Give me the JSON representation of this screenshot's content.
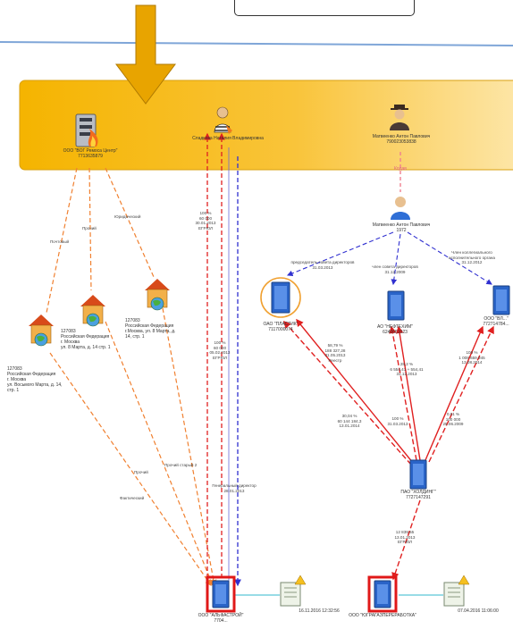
{
  "colors": {
    "band_top": "#f5b400",
    "band_bottom": "#fde6a8",
    "orange_edge": "#f08030",
    "red_edge": "#e02020",
    "blue_edge": "#3030d0",
    "pink_edge": "#f08090",
    "highlight_box": "#e01818",
    "arrow": "#e8a400",
    "top_rule": "#7fa6d8"
  },
  "top_nodes": [
    {
      "id": "company_1",
      "icon": "building-on-fire-icon",
      "name": "ООО \"ВОГ Ремоса Центр\"",
      "code": "7713635879"
    },
    {
      "id": "person_1",
      "icon": "person-in-prison-stripes-icon",
      "name": "Сладкова Наталия Владимировна",
      "code": ""
    },
    {
      "id": "person_2",
      "icon": "person-in-hat-icon",
      "name": "Матвеенко Антон Павлович",
      "code": "790023053838"
    }
  ],
  "person_center": {
    "icon": "person-avatar-icon",
    "name": "Матвеенко Антон Павлович",
    "code": "1972"
  },
  "pink_edge_label": "Кодав",
  "left_branches": [
    {
      "label": "Почтовый",
      "icon": "house-globe-icon",
      "address": [
        "127083",
        "Российская Федерация",
        "г. Москва",
        "ул. Восьмого Марта, д. 14,",
        "стр. 1"
      ]
    },
    {
      "label": "Прочий",
      "icon": "house-globe-icon",
      "address": [
        "127083",
        "Российская Федерация",
        "г. Москва",
        "ул. 8 Марта, д. 14 стр. 1"
      ]
    },
    {
      "label": "Юридический",
      "icon": "house-globe-icon",
      "address": [
        "127083",
        "Российская Федерация",
        "г.Москва, ул. 8 Марта, д.",
        "14, стр. 1"
      ]
    }
  ],
  "left_edge_labels": {
    "lower_prochy": "Прочий",
    "lower_fact": "Фактический",
    "lower_prochy_2": "Прочий старый 2"
  },
  "center_edges": [
    {
      "lines": [
        "100 %",
        "60 000",
        "30.01.2013",
        "ЕГРЮЛ"
      ]
    },
    {
      "lines": [
        "100 %",
        "60 000",
        "05.02.2013",
        "ЕГРЮЛ"
      ]
    }
  ],
  "director_label": {
    "lines": [
      "Генеральный директор",
      "28.01.2013"
    ]
  },
  "right_roles": [
    {
      "lines": [
        "председатель совета директоров",
        "31.03.2013"
      ]
    },
    {
      "lines": [
        "член совета директоров",
        "31.12.2009"
      ]
    },
    {
      "lines": [
        "Член коллегиального",
        "исполнительного органа",
        "31.12.2012"
      ]
    }
  ],
  "right_companies": [
    {
      "name": "ОАО \"ПЛАСТИК\"",
      "code": "7117000074"
    },
    {
      "name": "АО \"НЕФТЕХИМ\"",
      "code": "6240651023"
    },
    {
      "name": "ООО \"ВЛ...\"",
      "code": "772714784..."
    }
  ],
  "right_edges": [
    {
      "lines": [
        "58,79 %",
        "188 327,28",
        "31.05.2013",
        "Реестр"
      ]
    },
    {
      "lines": [
        "28,2 %",
        "6 554,41 + 554,41",
        "31.12.2013"
      ]
    },
    {
      "lines": [
        "100 %",
        "1 008 659 945",
        "13.08.2014"
      ]
    },
    {
      "lines": [
        "30,04 %",
        "60 144 184,3",
        "13.01.2014"
      ]
    },
    {
      "lines": [
        "100 %",
        "31.03.2013"
      ]
    },
    {
      "lines": [
        "0,01 %",
        "100 000",
        "25.06.2009"
      ]
    }
  ],
  "holding": {
    "name": "ПАО \"ХОЛДИНГ\"",
    "code": "7727147291"
  },
  "holding_edge": {
    "lines": [
      "12 839,55",
      "13.01.2013",
      "ЕГРЮЛ"
    ]
  },
  "bottom_companies": [
    {
      "name": "ООО \"АЛЬФАСТРОЙ\"",
      "code": "7704..."
    },
    {
      "name": "ООО \"ЮГРАГАЗПЕРЕРАБОТКА\"",
      "code": ""
    }
  ],
  "documents": [
    {
      "icon": "document-warning-icon",
      "timestamp": "16.11.2016 12:32:56"
    },
    {
      "icon": "document-warning-icon",
      "timestamp": "07.04.2016 11:06:00"
    }
  ]
}
